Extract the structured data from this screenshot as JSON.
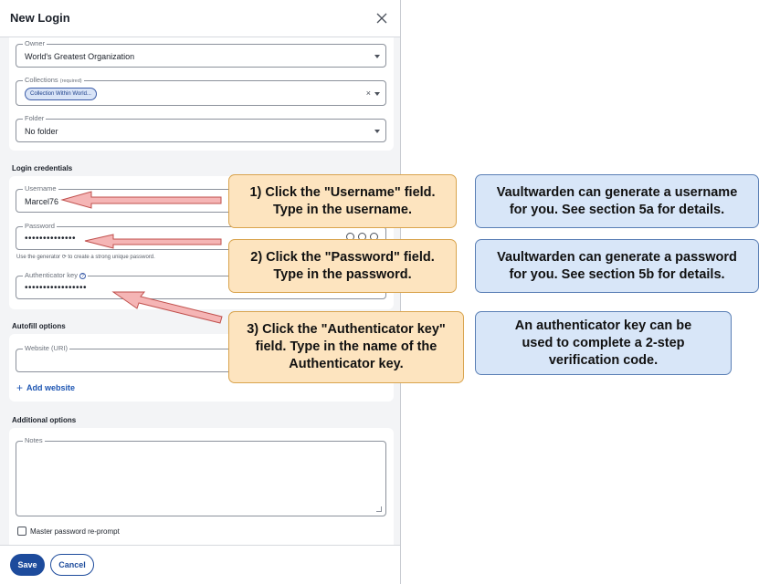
{
  "dialog": {
    "title": "New Login",
    "owner": {
      "label": "Owner",
      "value": "World's Greatest Organization"
    },
    "collections": {
      "label": "Collections",
      "required_note": "(required)",
      "chip": "Collection Within World..."
    },
    "folder": {
      "label": "Folder",
      "value": "No folder"
    },
    "login_credentials": {
      "heading": "Login credentials",
      "username": {
        "label": "Username",
        "value": "Marcel76"
      },
      "password": {
        "label": "Password",
        "value": "••••••••••••••"
      },
      "password_hint": "Use the generator ⟳ to create a strong unique password.",
      "authenticator": {
        "label": "Authenticator key",
        "value": "•••••••••••••••••"
      }
    },
    "autofill": {
      "heading": "Autofill options",
      "website": {
        "label": "Website (URI)",
        "value": ""
      },
      "add_website": "Add website"
    },
    "additional": {
      "heading": "Additional options",
      "notes": {
        "label": "Notes"
      },
      "reprompt": "Master password re-prompt"
    },
    "footer": {
      "save": "Save",
      "cancel": "Cancel"
    }
  },
  "callouts": {
    "step1": "1) Click the \"Username\" field.\nType in the username.",
    "step2": "2) Click the \"Password\" field.\nType in the password.",
    "step3": "3) Click the \"Authenticator key\"\nfield.  Type in the name of the\nAuthenticator key.",
    "info_username": "Vaultwarden can generate a username\nfor you.  See section 5a for details.",
    "info_password": "Vaultwarden can generate a password\nfor you.  See section 5b for details.",
    "info_authenticator": "An authenticator key can be\nused to complete a 2-step\nverification code."
  },
  "colors": {
    "accent": "#1d4b9c",
    "callout_orange": "#fde4bf",
    "callout_blue": "#d8e6f8",
    "arrow_fill": "#f5b5b5"
  }
}
